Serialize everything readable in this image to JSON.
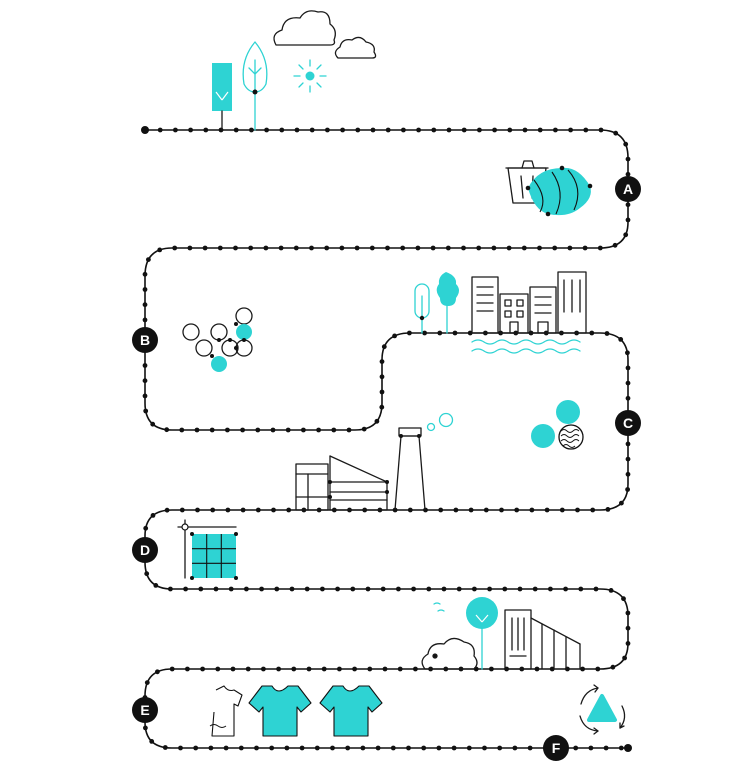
{
  "colors": {
    "accent": "#2ed3d3",
    "line": "#111111",
    "marker_bg": "#111111",
    "marker_text": "#ffffff",
    "background": "#ffffff"
  },
  "markers": [
    {
      "id": "a",
      "label": "A"
    },
    {
      "id": "b",
      "label": "B"
    },
    {
      "id": "c",
      "label": "C"
    },
    {
      "id": "d",
      "label": "D"
    },
    {
      "id": "e",
      "label": "E"
    },
    {
      "id": "f",
      "label": "F"
    }
  ],
  "icons": [
    "cloud-icon",
    "sun-icon",
    "tree-icon",
    "trash-bin-icon",
    "fabric-icon",
    "molecule-icon",
    "city-icon",
    "water-waves-icon",
    "bubbles-icon",
    "fiber-ball-icon",
    "factory-icon",
    "grid-fabric-icon",
    "tshirt-icon",
    "recycle-icon"
  ]
}
